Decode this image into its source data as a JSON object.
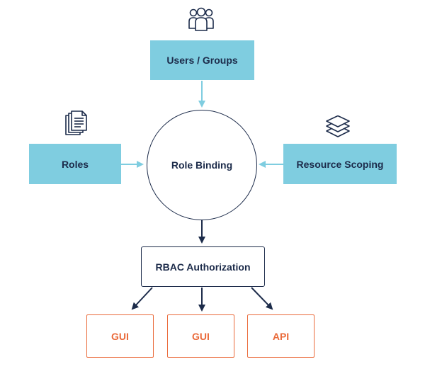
{
  "nodes": {
    "users_groups": "Users / Groups",
    "roles": "Roles",
    "role_binding": "Role Binding",
    "resource_scoping": "Resource Scoping",
    "rbac_authorization": "RBAC Authorization",
    "output_1": "GUI",
    "output_2": "GUI",
    "output_3": "API"
  },
  "icons": {
    "users": "users-group-icon",
    "roles": "document-stack-icon",
    "resources": "layers-icon"
  },
  "colors": {
    "box_fill": "#7fcde0",
    "navy": "#1c2b4a",
    "light_arrow": "#7fcde0",
    "orange": "#ea6a3a"
  }
}
